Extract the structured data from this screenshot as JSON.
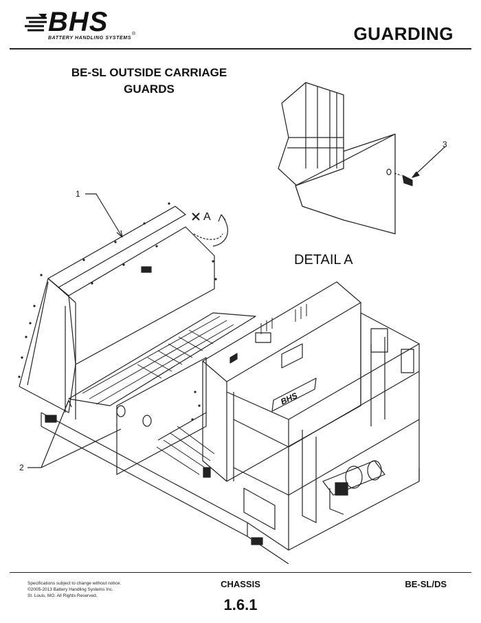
{
  "header": {
    "logo_text": "BHS",
    "logo_tagline": "BATTERY HANDLING SYSTEMS",
    "section_title": "GUARDING"
  },
  "document": {
    "title_line1": "BE-SL OUTSIDE CARRIAGE",
    "title_line2": "GUARDS"
  },
  "drawing": {
    "detail_label": "DETAIL  A",
    "view_marker": "A",
    "callouts": [
      "1",
      "2",
      "3"
    ],
    "nameplate_text": "BHS"
  },
  "footer": {
    "note_line1": "Specifications subject to change without notice.",
    "note_line2": "©2005-2013 Battery Handling Systems Inc.",
    "note_line3": "St. Louis, MO.  All Rights Reserved.",
    "section": "CHASSIS",
    "page_number": "1.6.1",
    "model": "BE-SL/DS"
  }
}
